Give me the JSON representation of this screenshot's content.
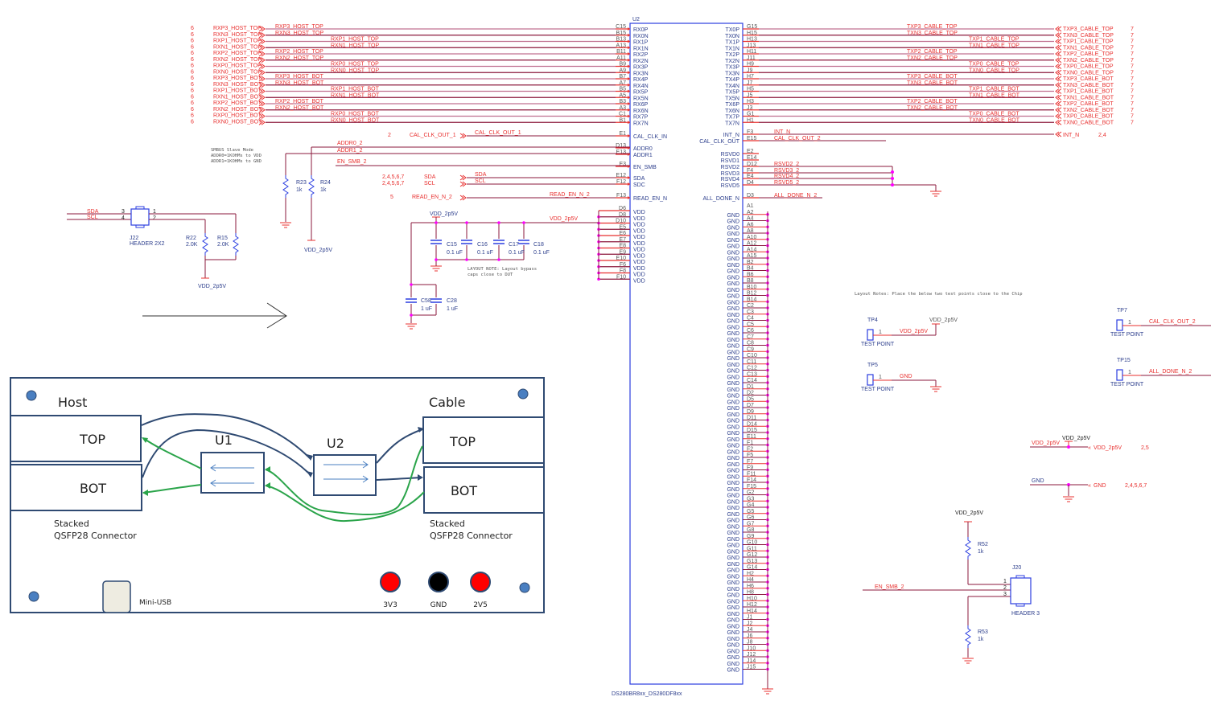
{
  "colors": {
    "wire": "#8b1a3c",
    "wire_light": "#c07090",
    "pin": "#e8302f",
    "body": "#2b3ee0",
    "junction": "#ff00ff",
    "net_label": "#e8302f",
    "part_text": "#2c3e8c"
  },
  "u2": {
    "refdes": "U2",
    "part": "DS280BR8xx_DS280DF8xx",
    "left_pins": [
      {
        "pin": "C15",
        "name": "RX0P"
      },
      {
        "pin": "B15",
        "name": "RX0N"
      },
      {
        "pin": "B13",
        "name": "RX1P"
      },
      {
        "pin": "A13",
        "name": "RX1N"
      },
      {
        "pin": "B11",
        "name": "RX2P"
      },
      {
        "pin": "A11",
        "name": "RX2N"
      },
      {
        "pin": "B9",
        "name": "RX3P"
      },
      {
        "pin": "A9",
        "name": "RX3N"
      },
      {
        "pin": "B7",
        "name": "RX4P"
      },
      {
        "pin": "A7",
        "name": "RX4N"
      },
      {
        "pin": "B5",
        "name": "RX5P"
      },
      {
        "pin": "A5",
        "name": "RX5N"
      },
      {
        "pin": "B3",
        "name": "RX6P"
      },
      {
        "pin": "A3",
        "name": "RX6N"
      },
      {
        "pin": "C1",
        "name": "RX7P"
      },
      {
        "pin": "B1",
        "name": "RX7N"
      }
    ],
    "left_ctrl_pins": [
      {
        "pin": "E1",
        "name": "CAL_CLK_IN"
      },
      {
        "pin": "D13",
        "name": "ADDR0"
      },
      {
        "pin": "E13",
        "name": "ADDR1"
      },
      {
        "pin": "E3",
        "name": "EN_SMB"
      },
      {
        "pin": "E12",
        "name": "SDA"
      },
      {
        "pin": "F12",
        "name": "SDC"
      },
      {
        "pin": "F13",
        "name": "READ_EN_N"
      }
    ],
    "vdd_pins": [
      "D6",
      "D8",
      "D10",
      "E5",
      "E6",
      "E7",
      "E8",
      "E9",
      "E10",
      "F6",
      "F8",
      "F10"
    ],
    "vdd_name": "VDD",
    "right_pins": [
      {
        "pin": "G15",
        "name": "TX0P"
      },
      {
        "pin": "H15",
        "name": "TX0N"
      },
      {
        "pin": "H13",
        "name": "TX1P"
      },
      {
        "pin": "J13",
        "name": "TX1N"
      },
      {
        "pin": "H11",
        "name": "TX2P"
      },
      {
        "pin": "J11",
        "name": "TX2N"
      },
      {
        "pin": "H9",
        "name": "TX3P"
      },
      {
        "pin": "J9",
        "name": "TX3N"
      },
      {
        "pin": "H7",
        "name": "TX4P"
      },
      {
        "pin": "J7",
        "name": "TX4N"
      },
      {
        "pin": "H5",
        "name": "TX5P"
      },
      {
        "pin": "J5",
        "name": "TX5N"
      },
      {
        "pin": "H3",
        "name": "TX6P"
      },
      {
        "pin": "J3",
        "name": "TX6N"
      },
      {
        "pin": "G1",
        "name": "TX7P"
      },
      {
        "pin": "H1",
        "name": "TX7N"
      }
    ],
    "right_ctrl_pins": [
      {
        "pin": "F3",
        "name": "INT_N",
        "net": "INT_N"
      },
      {
        "pin": "E15",
        "name": "CAL_CLK_OUT",
        "net": "CAL_CLK_OUT_2"
      },
      {
        "pin": "E2",
        "name": "RSVD0",
        "net": ""
      },
      {
        "pin": "E14",
        "name": "RSVD1",
        "net": ""
      },
      {
        "pin": "D12",
        "name": "RSVD2",
        "net": "RSVD2_2"
      },
      {
        "pin": "F4",
        "name": "RSVD3",
        "net": "RSVD3_2"
      },
      {
        "pin": "E4",
        "name": "RSVD4",
        "net": "RSVD4_2"
      },
      {
        "pin": "D4",
        "name": "RSVD5",
        "net": "RSVD5_2"
      },
      {
        "pin": "D3",
        "name": "ALL_DONE_N",
        "net": "ALL_DONE_N_2"
      }
    ],
    "gnd_pins": [
      "A1",
      "A2",
      "A4",
      "A6",
      "A8",
      "A10",
      "A12",
      "A14",
      "A15",
      "B2",
      "B4",
      "B6",
      "B8",
      "B10",
      "B12",
      "B14",
      "C2",
      "C3",
      "C4",
      "C5",
      "C6",
      "C7",
      "C8",
      "C9",
      "C10",
      "C11",
      "C12",
      "C13",
      "C14",
      "D1",
      "D2",
      "D5",
      "D7",
      "D9",
      "D11",
      "D14",
      "D15",
      "E11",
      "F1",
      "F2",
      "F5",
      "F7",
      "F9",
      "F11",
      "F14",
      "F15",
      "G2",
      "G3",
      "G4",
      "G5",
      "G6",
      "G7",
      "G8",
      "G9",
      "G10",
      "G11",
      "G12",
      "G13",
      "G14",
      "H2",
      "H4",
      "H6",
      "H8",
      "H10",
      "H12",
      "H14",
      "J1",
      "J2",
      "J4",
      "J6",
      "J8",
      "J10",
      "J12",
      "J14",
      "J15"
    ],
    "gnd_name": "GND"
  },
  "host_ports": {
    "sheet_ref": "6",
    "nets": [
      "RXP3_HOST_TOP",
      "RXN3_HOST_TOP",
      "RXP1_HOST_TOP",
      "RXN1_HOST_TOP",
      "RXP2_HOST_TOP",
      "RXN2_HOST_TOP",
      "RXP0_HOST_TOP",
      "RXN0_HOST_TOP",
      "RXP3_HOST_BOT",
      "RXN3_HOST_BOT",
      "RXP1_HOST_BOT",
      "RXN1_HOST_BOT",
      "RXP2_HOST_BOT",
      "RXN2_HOST_BOT",
      "RXP0_HOST_BOT",
      "RXN0_HOST_BOT"
    ]
  },
  "cable_ports": {
    "sheet_ref": "7",
    "nets": [
      "TXP3_CABLE_TOP",
      "TXN3_CABLE_TOP",
      "TXP1_CABLE_TOP",
      "TXN1_CABLE_TOP",
      "TXP2_CABLE_TOP",
      "TXN2_CABLE_TOP",
      "TXP0_CABLE_TOP",
      "TXN0_CABLE_TOP",
      "TXP3_CABLE_BOT",
      "TXN3_CABLE_BOT",
      "TXP1_CABLE_BOT",
      "TXN1_CABLE_BOT",
      "TXP2_CABLE_BOT",
      "TXN2_CABLE_BOT",
      "TXP0_CABLE_BOT",
      "TXN0_CABLE_BOT"
    ]
  },
  "ctrl_ports": [
    {
      "ref": "2",
      "net": "CAL_CLK_OUT_1",
      "wire": "CAL_CLK_OUT_1"
    },
    {
      "ref": "2,4,5,6,7",
      "net": "SDA",
      "wire": "SDA"
    },
    {
      "ref": "2,4,5,6,7",
      "net": "SCL",
      "wire": "SCL"
    },
    {
      "ref": "5",
      "net": "READ_EN_N_2",
      "wire": "READ_EN_N_2"
    }
  ],
  "addr_nets": {
    "addr0": "ADDR0_2",
    "addr1": "ADDR1_2",
    "en_smb": "EN_SMB_2"
  },
  "int_port": {
    "net": "INT_N",
    "ref": "2,4"
  },
  "smbus_note": [
    "SMBUS Slave Mode",
    "ADDR0=1KOHMs to VDD",
    "ADDR1=1KOHMs to GND"
  ],
  "r23": {
    "ref": "R23",
    "value": "1k"
  },
  "r24": {
    "ref": "R24",
    "value": "1k"
  },
  "vdd_net": "VDD_2p5V",
  "gnd_net": "GND",
  "j22": {
    "ref": "J22",
    "part": "HEADER 2X2",
    "pins": [
      "3",
      "4",
      "1",
      "2"
    ],
    "nets": [
      "SDA",
      "SCL"
    ]
  },
  "r22": {
    "ref": "R22",
    "value": "2.0K"
  },
  "r15": {
    "ref": "R15",
    "value": "2.0K"
  },
  "caps": [
    {
      "ref": "C15",
      "value": "0.1 uF"
    },
    {
      "ref": "C16",
      "value": "0.1 uF"
    },
    {
      "ref": "C17",
      "value": "0.1 uF"
    },
    {
      "ref": "C18",
      "value": "0.1 uF"
    },
    {
      "ref": "C58",
      "value": "1 uF"
    },
    {
      "ref": "C28",
      "value": "1 uF"
    }
  ],
  "layout_note_caps": [
    "LAYOUT NOTE: Layout bypass",
    "caps close to DUT"
  ],
  "layout_note_tp": "Layout Notes: Place the below two test points close to the Chip",
  "test_points": [
    {
      "ref": "TP4",
      "label": "TEST POINT",
      "pin": "1",
      "net": "VDD_2p5V"
    },
    {
      "ref": "TP5",
      "label": "TEST POINT",
      "pin": "1",
      "net": "GND"
    },
    {
      "ref": "TP7",
      "label": "TEST POINT",
      "pin": "1",
      "net": "CAL_CLK_OUT_2"
    },
    {
      "ref": "TP15",
      "label": "TEST POINT",
      "pin": "1",
      "net": "ALL_DONE_N_2"
    }
  ],
  "power_ports": [
    {
      "net": "VDD_2p5V",
      "ref": "2,5"
    },
    {
      "net": "GND",
      "ref": "2,4,5,6,7"
    }
  ],
  "j20": {
    "ref": "J20",
    "part": "HEADER 3",
    "pins": [
      "1",
      "2",
      "3"
    ],
    "net": "EN_SMB_2"
  },
  "r52": {
    "ref": "R52",
    "value": "1k"
  },
  "r53": {
    "ref": "R53",
    "value": "1k"
  },
  "board": {
    "host_label": "Host",
    "cable_label": "Cable",
    "top": "TOP",
    "bot": "BOT",
    "u1": "U1",
    "u2": "U2",
    "connector_caption": [
      "Stacked",
      "QSFP28 Connector"
    ],
    "usb_label": "Mini-USB",
    "jacks": [
      {
        "label": "3V3",
        "color": "#ff0000"
      },
      {
        "label": "GND",
        "color": "#000000"
      },
      {
        "label": "2V5",
        "color": "#ff0000"
      }
    ]
  }
}
